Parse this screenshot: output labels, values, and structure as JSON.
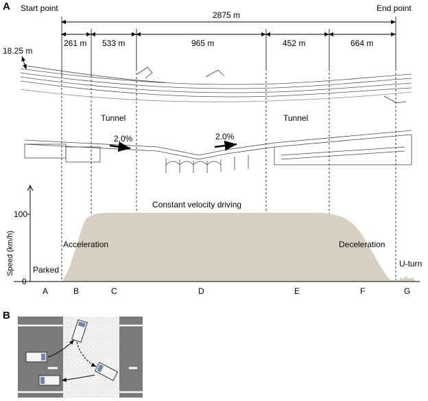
{
  "panels": {
    "a": "A",
    "b": "B"
  },
  "top_labels": {
    "start": "Start point",
    "end": "End point",
    "total": "2875 m",
    "width": "18.25 m"
  },
  "segments": [
    {
      "id": "seg-261",
      "label": "261 m"
    },
    {
      "id": "seg-533",
      "label": "533 m"
    },
    {
      "id": "seg-965",
      "label": "965 m"
    },
    {
      "id": "seg-452",
      "label": "452 m"
    },
    {
      "id": "seg-664",
      "label": "664 m"
    }
  ],
  "profile": {
    "tunnel_left": "Tunnel",
    "tunnel_right": "Tunnel",
    "grade_left": "2.0%",
    "grade_right": "2.0%"
  },
  "speed_chart": {
    "ylabel": "Speed (km/h)",
    "ytick_100": "100",
    "ytick_0": "0",
    "phases": {
      "parked": "Parked",
      "acceleration": "Acceleration",
      "constant": "Constant velocity driving",
      "deceleration": "Deceleration",
      "uturn": "U-turn"
    },
    "sections": [
      "A",
      "B",
      "C",
      "D",
      "E",
      "F",
      "G"
    ],
    "fill_color": "#d8d1c2"
  }
}
